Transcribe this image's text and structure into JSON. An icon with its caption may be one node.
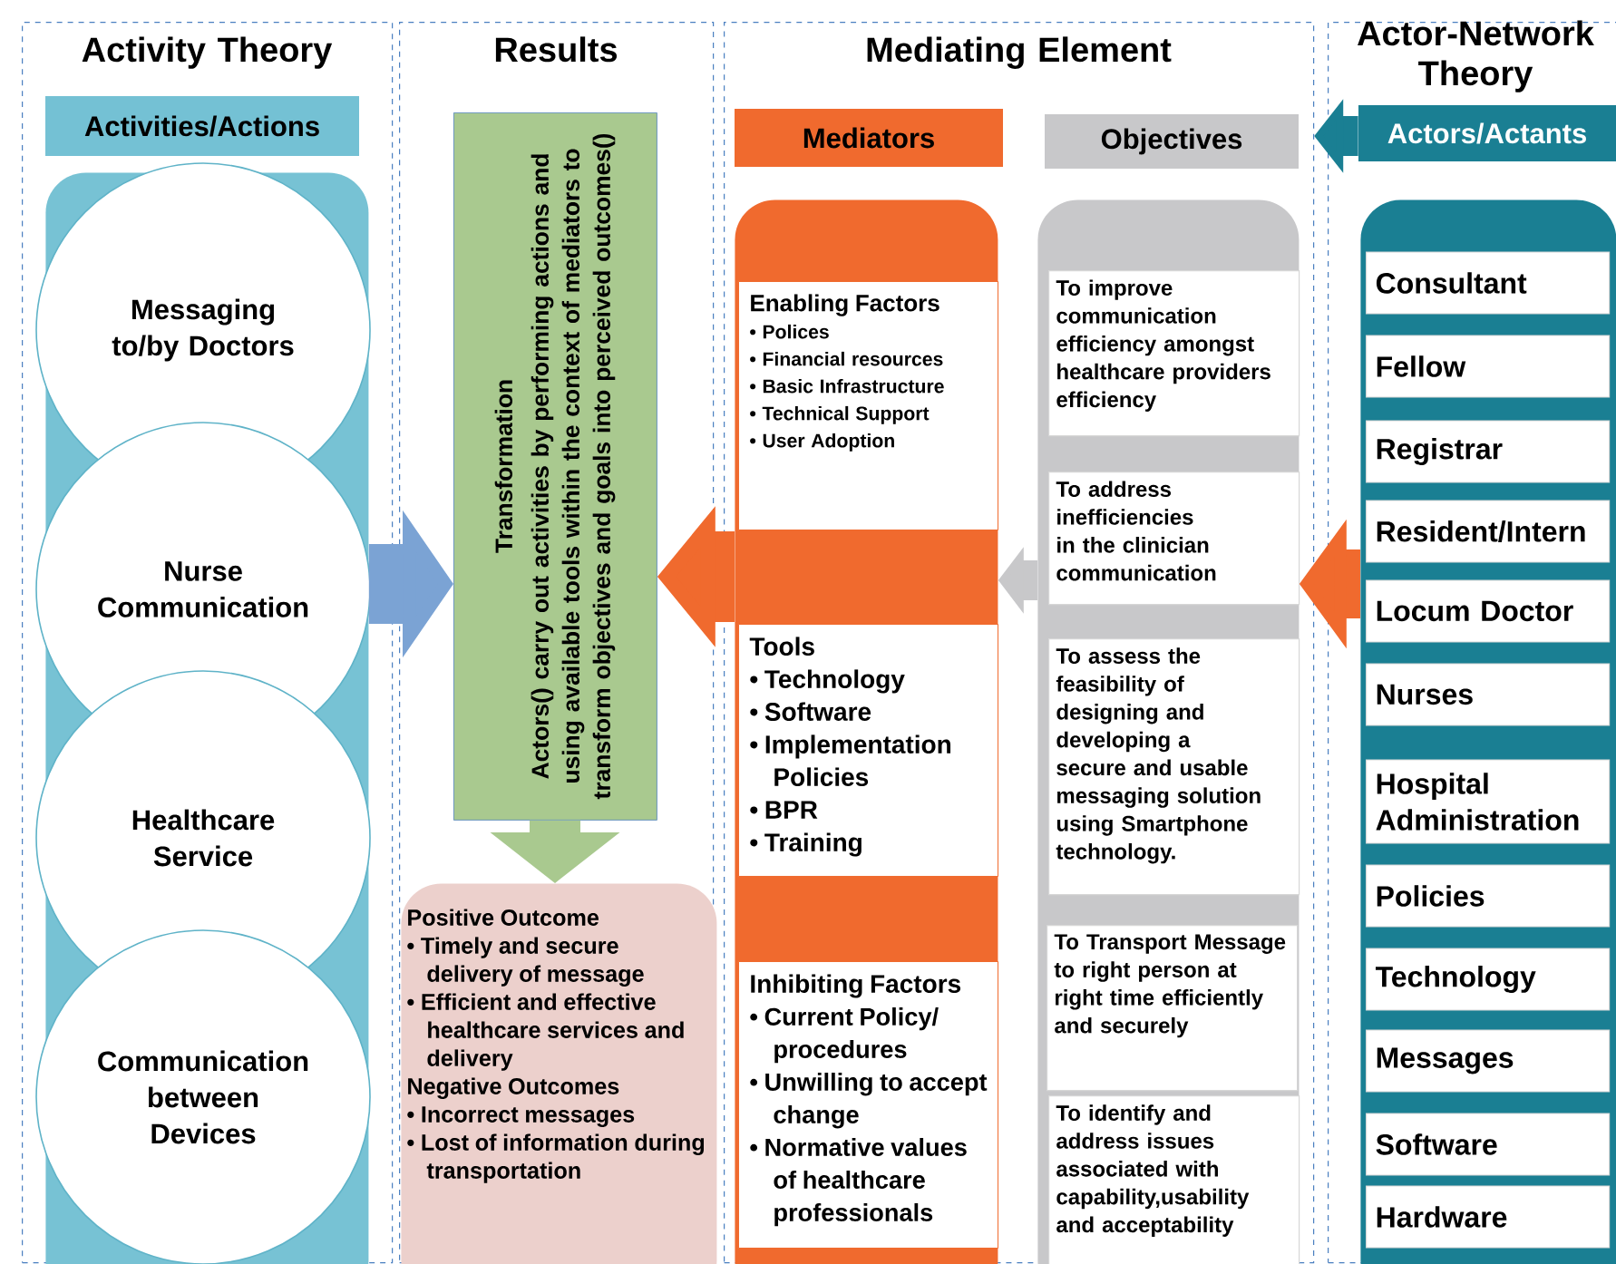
{
  "diagram": {
    "nodes": [
      {
        "text": [
          "Activity Theory"
        ]
      },
      {
        "text": [
          "Activities/Actions"
        ],
        "in": 0
      },
      {
        "text": [],
        "shape": "box",
        "in": 0
      },
      {
        "text": [
          "Messaging to/by Doctors"
        ],
        "in": 2
      },
      {
        "text": [
          "Nurse Communication"
        ],
        "in": 2
      },
      {
        "text": [
          "Healthcare Service"
        ],
        "in": 2
      },
      {
        "text": [
          "Communication between Devices"
        ],
        "in": 2
      },
      {
        "text": [
          "Results"
        ]
      },
      {
        "text": [
          "Transformation",
          "Actors() carry out activities by performing actions and using available tools within the context of mediators to transform objectives and goals into perceived outcomes()"
        ],
        "in": 7
      },
      {
        "text": [
          "Positive Outcome",
          "• Timely and secure delivery of message",
          "• Efficient and effective healthcare services and delivery",
          "Negative Outcomes",
          "• Incorrect messages",
          "• Lost of information during transportation"
        ],
        "in": 7
      },
      {
        "text": [
          "Mediating Element"
        ]
      },
      {
        "text": [
          "Mediators"
        ],
        "in": 10
      },
      {
        "text": [
          "Objectives"
        ],
        "in": 10
      },
      {
        "text": [],
        "shape": "box",
        "in": 10
      },
      {
        "text": [
          "Enabling Factors",
          "• Polices",
          "• Financial resources",
          "• Basic Infrastructure",
          "• Technical Support",
          "• User Adoption"
        ],
        "in": 13
      },
      {
        "text": [
          "Tools",
          "• Technology",
          "• Software",
          "• Implementation Policies",
          "• BPR",
          "• Training"
        ],
        "in": 13
      },
      {
        "text": [
          "Inhibiting Factors",
          "• Current Policy/ procedures",
          "• Unwilling to accept change",
          "• Normative values of healthcare professionals"
        ],
        "in": 13
      },
      {
        "text": [],
        "shape": "box",
        "in": 10
      },
      {
        "text": [
          "To improve communication efficiency amongst healthcare providers efficiency"
        ],
        "in": 17
      },
      {
        "text": [
          "To address inefficiencies in the clinician communication"
        ],
        "in": 17
      },
      {
        "text": [
          "To assess the feasibility of designing and developing a secure and usable messaging solution using Smartphone technology."
        ],
        "in": 17
      },
      {
        "text": [
          "To Transport Message to right person at right time efficiently and securely"
        ],
        "in": 17
      },
      {
        "text": [
          "To identify and address issues associated with capability,usability and acceptability"
        ],
        "in": 17
      },
      {
        "text": [
          "Actor-Network Theory"
        ]
      },
      {
        "text": [
          "Actors/Actants"
        ],
        "in": 23
      },
      {
        "text": [],
        "shape": "box",
        "in": 23
      },
      {
        "text": [
          "Consultant"
        ],
        "in": 25
      },
      {
        "text": [
          "Fellow"
        ],
        "in": 25
      },
      {
        "text": [
          "Registrar"
        ],
        "in": 25
      },
      {
        "text": [
          "Resident/Intern"
        ],
        "in": 25
      },
      {
        "text": [
          "Locum Doctor"
        ],
        "in": 25
      },
      {
        "text": [
          "Nurses"
        ],
        "in": 25
      },
      {
        "text": [
          "Hospital Administration"
        ],
        "in": 25
      },
      {
        "text": [
          "Policies"
        ],
        "in": 25
      },
      {
        "text": [
          "Technology"
        ],
        "in": 25
      },
      {
        "text": [
          "Messages"
        ],
        "in": 25
      },
      {
        "text": [
          "Software"
        ],
        "in": 25
      },
      {
        "text": [
          "Hardware"
        ],
        "in": 25
      }
    ],
    "edges": [
      {
        "from": 2,
        "to": 8,
        "arrow": "to",
        "color": "#7ba3d4"
      },
      {
        "from": 13,
        "to": 8,
        "arrow": "to",
        "color": "#f06a2e"
      },
      {
        "from": 17,
        "to": 13,
        "arrow": "to",
        "color": "#c8c8ca"
      },
      {
        "from": 25,
        "to": 17,
        "arrow": "to",
        "color": "#f06a2e"
      },
      {
        "from": 24,
        "to": 10,
        "arrow": "to",
        "color": "#1a7f93"
      },
      {
        "from": 8,
        "to": 9,
        "arrow": "to",
        "color": "#a9c98f"
      }
    ]
  }
}
